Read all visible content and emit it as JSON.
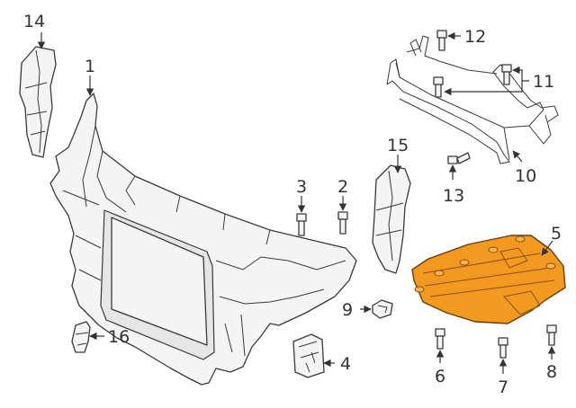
{
  "colors": {
    "highlight": "#f29a1f",
    "line": "#3a3a3a",
    "fill": "#f4f4f4"
  },
  "callouts": [
    {
      "id": "1",
      "label": "1"
    },
    {
      "id": "2",
      "label": "2"
    },
    {
      "id": "3",
      "label": "3"
    },
    {
      "id": "4",
      "label": "4"
    },
    {
      "id": "5",
      "label": "5"
    },
    {
      "id": "6",
      "label": "6"
    },
    {
      "id": "7",
      "label": "7"
    },
    {
      "id": "8",
      "label": "8"
    },
    {
      "id": "9",
      "label": "9"
    },
    {
      "id": "10",
      "label": "10"
    },
    {
      "id": "11",
      "label": "11"
    },
    {
      "id": "12",
      "label": "12"
    },
    {
      "id": "13",
      "label": "13"
    },
    {
      "id": "14",
      "label": "14"
    },
    {
      "id": "15",
      "label": "15"
    },
    {
      "id": "16",
      "label": "16"
    }
  ]
}
